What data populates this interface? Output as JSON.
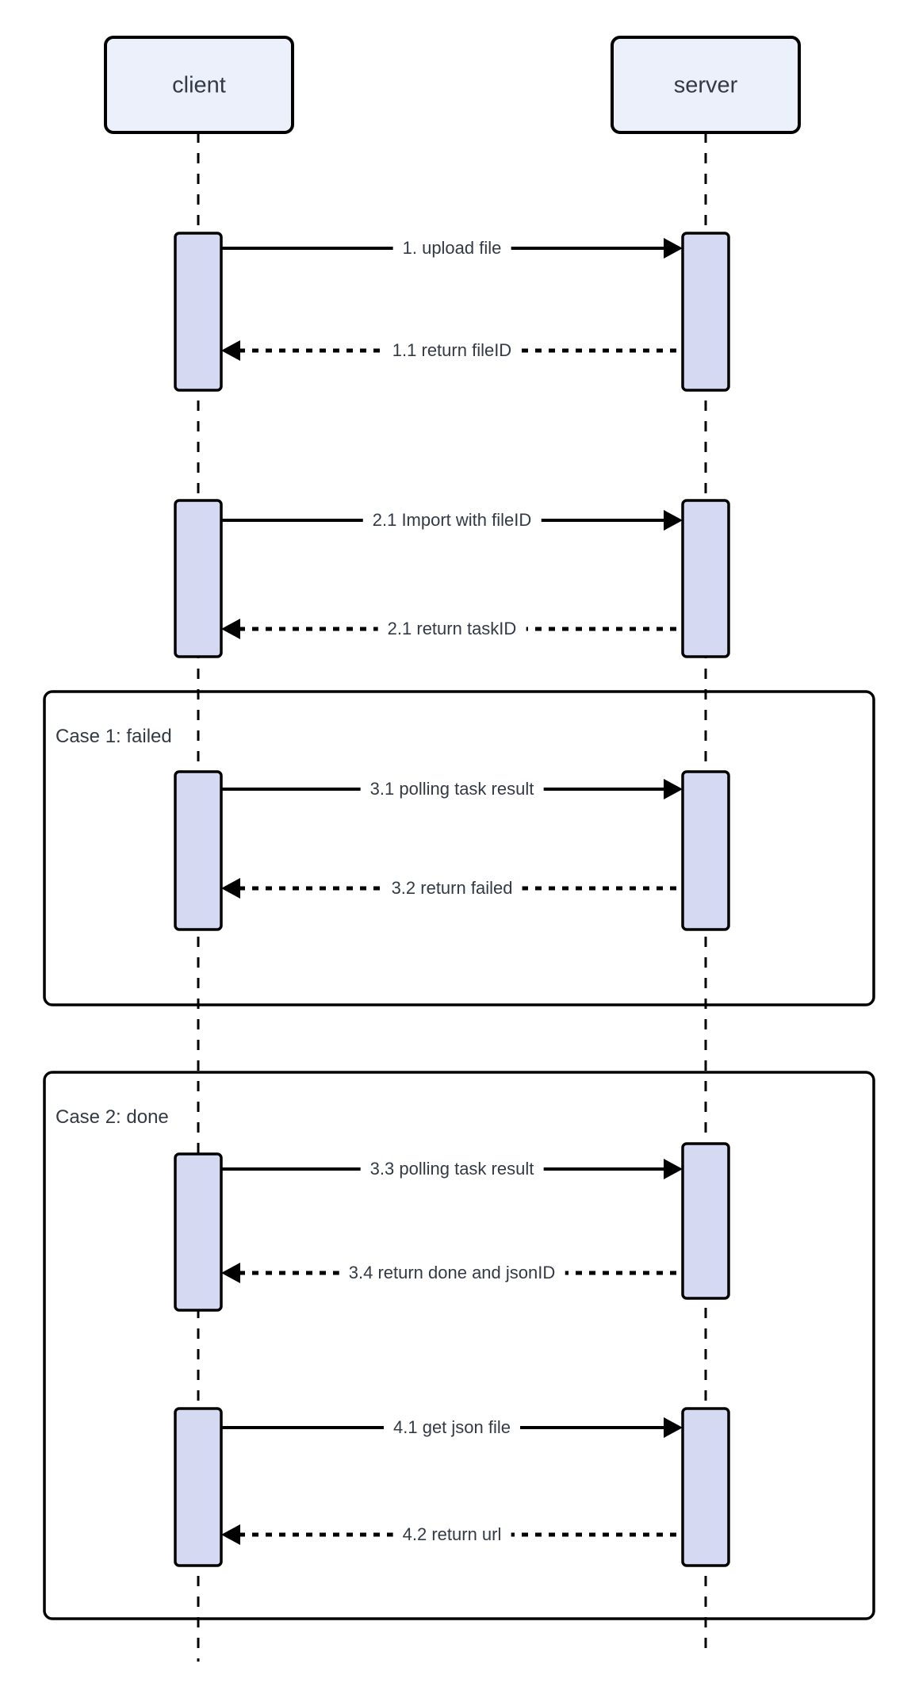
{
  "diagram": {
    "type": "sequence-diagram",
    "actors": [
      {
        "id": "client",
        "label": "client"
      },
      {
        "id": "server",
        "label": "server"
      }
    ],
    "groups": [
      {
        "id": "case1",
        "label": "Case 1: failed"
      },
      {
        "id": "case2",
        "label": "Case 2: done"
      }
    ],
    "messages": [
      {
        "label": "1. upload file",
        "from": "client",
        "to": "server",
        "style": "solid"
      },
      {
        "label": "1.1 return fileID",
        "from": "server",
        "to": "client",
        "style": "dashed"
      },
      {
        "label": "2.1 Import with fileID",
        "from": "client",
        "to": "server",
        "style": "solid"
      },
      {
        "label": "2.1 return taskID",
        "from": "server",
        "to": "client",
        "style": "dashed"
      },
      {
        "label": "3.1 polling task result",
        "from": "client",
        "to": "server",
        "style": "solid",
        "group": "Case 1: failed"
      },
      {
        "label": "3.2 return failed",
        "from": "server",
        "to": "client",
        "style": "dashed",
        "group": "Case 1: failed"
      },
      {
        "label": "3.3 polling task result",
        "from": "client",
        "to": "server",
        "style": "solid",
        "group": "Case 2: done"
      },
      {
        "label": "3.4 return done and jsonID",
        "from": "server",
        "to": "client",
        "style": "dashed",
        "group": "Case 2: done"
      },
      {
        "label": "4.1 get json file",
        "from": "client",
        "to": "server",
        "style": "solid",
        "group": "Case 2: done"
      },
      {
        "label": "4.2 return url",
        "from": "server",
        "to": "client",
        "style": "dashed",
        "group": "Case 2: done"
      }
    ],
    "colors": {
      "background": "#ffffff",
      "actor_fill": "#ebf0fa",
      "activation_fill": "#d5d9f2",
      "line": "#000000",
      "text": "#333a45"
    }
  }
}
